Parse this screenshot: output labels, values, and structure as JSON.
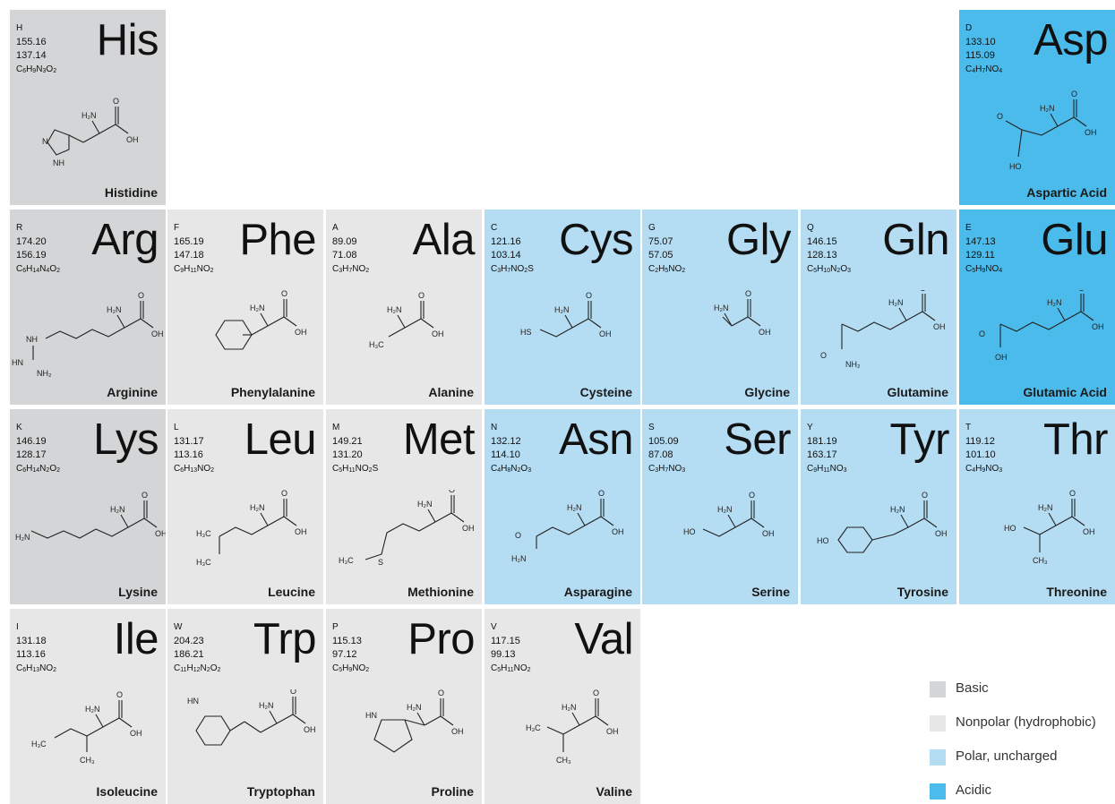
{
  "colors": {
    "basic": "#d4d5d6",
    "nonpolar": "#e7e7e8",
    "polar": "#b4dcf3",
    "acidic": "#4bbbeb"
  },
  "amino_acids": [
    {
      "key": "his",
      "abbr": "His",
      "letter": "H",
      "mw": "155.16",
      "residue_mw": "137.14",
      "formula": "C6H9N3O2",
      "name": "Histidine",
      "category": "basic"
    },
    {
      "key": "asp",
      "abbr": "Asp",
      "letter": "D",
      "mw": "133.10",
      "residue_mw": "115.09",
      "formula": "C4H7NO4",
      "name": "Aspartic Acid",
      "category": "acidic"
    },
    {
      "key": "arg",
      "abbr": "Arg",
      "letter": "R",
      "mw": "174.20",
      "residue_mw": "156.19",
      "formula": "C6H14N4O2",
      "name": "Arginine",
      "category": "basic"
    },
    {
      "key": "phe",
      "abbr": "Phe",
      "letter": "F",
      "mw": "165.19",
      "residue_mw": "147.18",
      "formula": "C9H11NO2",
      "name": "Phenylalanine",
      "category": "nonpolar"
    },
    {
      "key": "ala",
      "abbr": "Ala",
      "letter": "A",
      "mw": "89.09",
      "residue_mw": "71.08",
      "formula": "C3H7NO2",
      "name": "Alanine",
      "category": "nonpolar"
    },
    {
      "key": "cys",
      "abbr": "Cys",
      "letter": "C",
      "mw": "121.16",
      "residue_mw": "103.14",
      "formula": "C3H7NO2S",
      "name": "Cysteine",
      "category": "polar"
    },
    {
      "key": "gly",
      "abbr": "Gly",
      "letter": "G",
      "mw": "75.07",
      "residue_mw": "57.05",
      "formula": "C2H5NO2",
      "name": "Glycine",
      "category": "polar"
    },
    {
      "key": "gln",
      "abbr": "Gln",
      "letter": "Q",
      "mw": "146.15",
      "residue_mw": "128.13",
      "formula": "C5H10N2O3",
      "name": "Glutamine",
      "category": "polar"
    },
    {
      "key": "glu",
      "abbr": "Glu",
      "letter": "E",
      "mw": "147.13",
      "residue_mw": "129.11",
      "formula": "C5H9NO4",
      "name": "Glutamic Acid",
      "category": "acidic"
    },
    {
      "key": "lys",
      "abbr": "Lys",
      "letter": "K",
      "mw": "146.19",
      "residue_mw": "128.17",
      "formula": "C6H14N2O2",
      "name": "Lysine",
      "category": "basic"
    },
    {
      "key": "leu",
      "abbr": "Leu",
      "letter": "L",
      "mw": "131.17",
      "residue_mw": "113.16",
      "formula": "C6H13NO2",
      "name": "Leucine",
      "category": "nonpolar"
    },
    {
      "key": "met",
      "abbr": "Met",
      "letter": "M",
      "mw": "149.21",
      "residue_mw": "131.20",
      "formula": "C5H11NO2S",
      "name": "Methionine",
      "category": "nonpolar"
    },
    {
      "key": "asn",
      "abbr": "Asn",
      "letter": "N",
      "mw": "132.12",
      "residue_mw": "114.10",
      "formula": "C4H8N2O3",
      "name": "Asparagine",
      "category": "polar"
    },
    {
      "key": "ser",
      "abbr": "Ser",
      "letter": "S",
      "mw": "105.09",
      "residue_mw": "87.08",
      "formula": "C3H7NO3",
      "name": "Serine",
      "category": "polar"
    },
    {
      "key": "tyr",
      "abbr": "Tyr",
      "letter": "Y",
      "mw": "181.19",
      "residue_mw": "163.17",
      "formula": "C9H11NO3",
      "name": "Tyrosine",
      "category": "polar"
    },
    {
      "key": "thr",
      "abbr": "Thr",
      "letter": "T",
      "mw": "119.12",
      "residue_mw": "101.10",
      "formula": "C4H9NO3",
      "name": "Threonine",
      "category": "polar"
    },
    {
      "key": "ile",
      "abbr": "Ile",
      "letter": "I",
      "mw": "131.18",
      "residue_mw": "113.16",
      "formula": "C6H13NO2",
      "name": "Isoleucine",
      "category": "nonpolar"
    },
    {
      "key": "trp",
      "abbr": "Trp",
      "letter": "W",
      "mw": "204.23",
      "residue_mw": "186.21",
      "formula": "C11H12N2O2",
      "name": "Tryptophan",
      "category": "nonpolar"
    },
    {
      "key": "pro",
      "abbr": "Pro",
      "letter": "P",
      "mw": "115.13",
      "residue_mw": "97.12",
      "formula": "C5H9NO2",
      "name": "Proline",
      "category": "nonpolar"
    },
    {
      "key": "val",
      "abbr": "Val",
      "letter": "V",
      "mw": "117.15",
      "residue_mw": "99.13",
      "formula": "C5H11NO2",
      "name": "Valine",
      "category": "nonpolar"
    }
  ],
  "legend": [
    {
      "category": "basic",
      "label": "Basic"
    },
    {
      "category": "nonpolar",
      "label": "Nonpolar (hydrophobic)"
    },
    {
      "category": "polar",
      "label": "Polar, uncharged"
    },
    {
      "category": "acidic",
      "label": "Acidic"
    }
  ]
}
